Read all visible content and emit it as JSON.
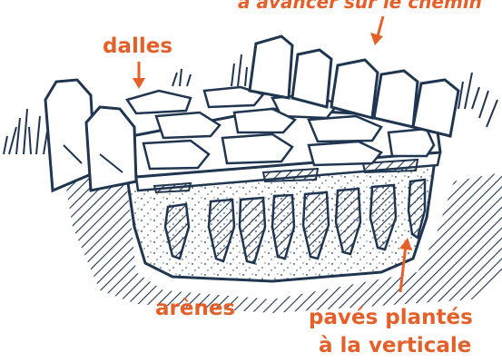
{
  "colors": {
    "ink": "#1f3550",
    "accent": "#e4602b",
    "hatch": "#1f3550",
    "background": "#ffffff"
  },
  "labels": {
    "top_note": "à avancer sur le chemin",
    "dalles": "dalles",
    "arenes": "arènes",
    "paves_line1": "pavés plantés",
    "paves_line2": "à la verticale"
  },
  "icons": {
    "arrow": "down-arrow-icon",
    "grass": "grass-tuft-icon"
  }
}
